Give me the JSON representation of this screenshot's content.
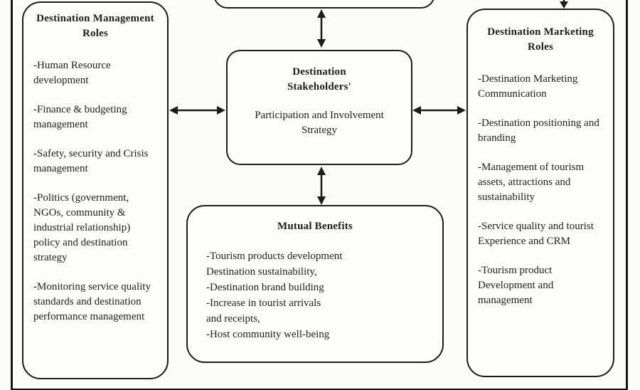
{
  "colors": {
    "line": "#1c1c1c",
    "text": "#1e1e1e",
    "background": "#fcfcfb"
  },
  "boxes": {
    "management": {
      "title": "Destination Management Roles",
      "items": [
        "-Human Resource development",
        "-Finance & budgeting management",
        "-Safety, security and Crisis management",
        "-Politics (government, NGOs, community & industrial relationship) policy and destination strategy",
        "-Monitoring service quality standards and destination performance management"
      ]
    },
    "stakeholders": {
      "title_line1": "Destination",
      "title_line2": "Stakeholders'",
      "subtitle": "Participation and Involvement Strategy"
    },
    "benefits": {
      "title": "Mutual Benefits",
      "lines": [
        "-Tourism products development",
        "Destination sustainability,",
        "-Destination brand building",
        "-Increase in tourist arrivals",
        "and receipts,",
        "-Host community well-being"
      ]
    },
    "marketing": {
      "title": "Destination Marketing Roles",
      "items": [
        "-Destination Marketing Communication",
        "-Destination positioning and branding",
        "-Management of tourism assets, attractions and sustainability",
        "-Service quality and tourist Experience and CRM",
        "-Tourism product Development and management"
      ]
    }
  }
}
